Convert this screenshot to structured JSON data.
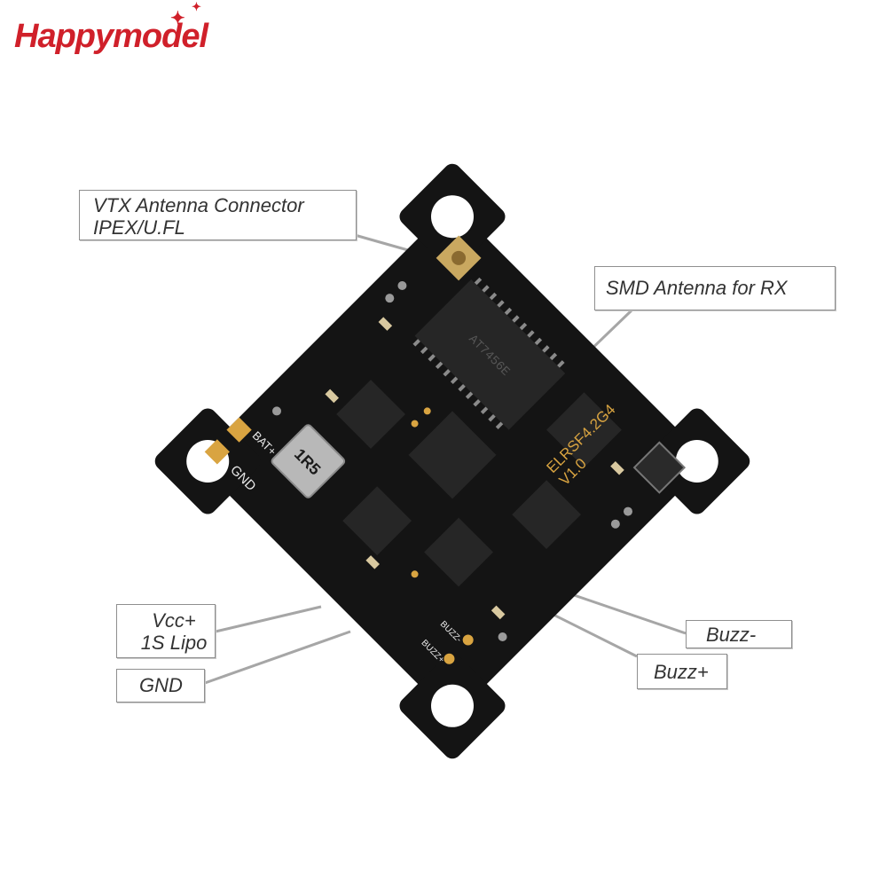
{
  "logo": {
    "text": "Happymodel"
  },
  "board": {
    "silkscreen": {
      "model": "ELRSF4.2G4",
      "version": "V1.0",
      "inductor": "1R5",
      "bat_label": "BAT+",
      "gnd_label": "GND",
      "buzz_minus": "BUZZ-",
      "buzz_plus": "BUZZ+",
      "chip_text": "AT7456E"
    }
  },
  "callouts": {
    "vtx": {
      "line1": "VTX Antenna Connector",
      "line2": "IPEX/U.FL"
    },
    "smd": {
      "line1": "SMD Antenna for RX"
    },
    "vcc": {
      "line1": "Vcc+",
      "line2": "1S Lipo"
    },
    "gnd": {
      "line1": "GND"
    },
    "buzz_minus": {
      "line1": "Buzz-"
    },
    "buzz_plus": {
      "line1": "Buzz+"
    }
  },
  "colors": {
    "brand": "#d0202a",
    "pcb": "#141414",
    "gold": "#d9a441",
    "callout_border": "#8f8f8f"
  }
}
